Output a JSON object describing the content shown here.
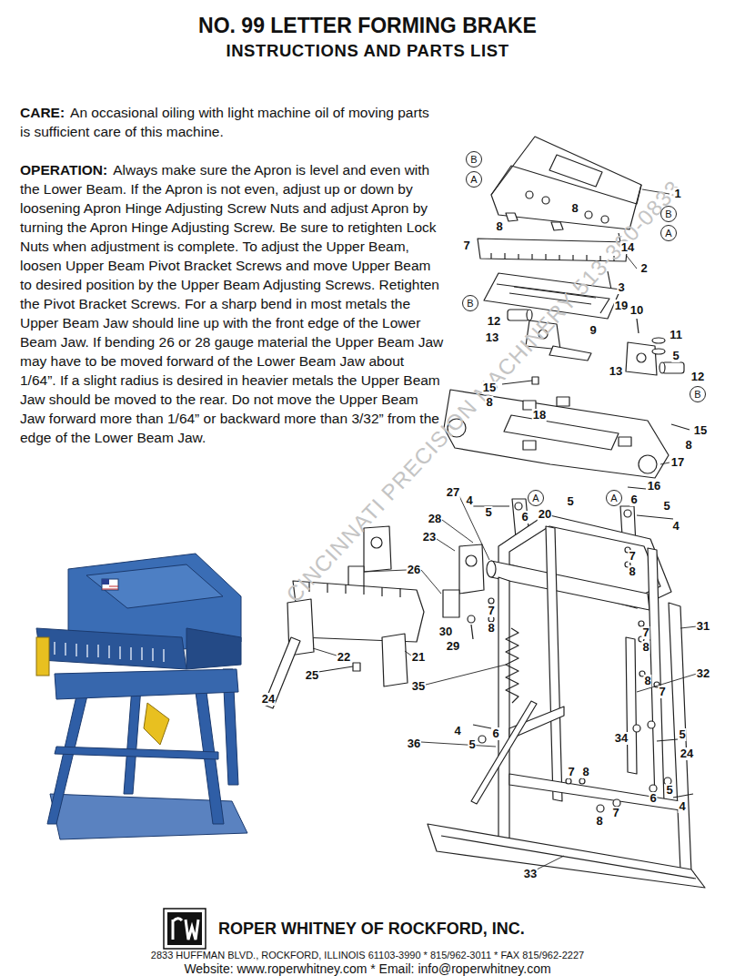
{
  "diagram": {
    "title": "NO. 99 LETTER FORMING BRAKE",
    "nodes": [
      {
        "text": [
          "B"
        ]
      },
      {
        "text": [
          "A"
        ]
      },
      {
        "text": [
          "B"
        ]
      },
      {
        "text": [
          "A"
        ]
      },
      {
        "text": [
          "B"
        ]
      },
      {
        "text": [
          "B"
        ]
      },
      {
        "text": [
          "A"
        ]
      },
      {
        "text": [
          "A"
        ]
      }
    ],
    "labels": [
      "INSTRUCTIONS AND PARTS LIST",
      "CARE:",
      "An occasional oiling with light machine oil of moving parts is sufficient care of this machine.",
      "OPERATION:",
      "Always make sure the Apron is level and even with the Lower Beam. If the Apron is not even, adjust up or down by loosening Apron Hinge Adjusting Screw Nuts and adjust Apron by turning the Apron Hinge Adjusting Screw. Be sure to retighten Lock Nuts when adjustment is complete. To adjust the Upper Beam, loosen Upper Beam Pivot Bracket Screws and move Upper Beam to desired position by the Upper Beam Adjusting Screws. Retighten the Pivot Bracket Screws. For a sharp bend in most metals the Upper Beam Jaw should line up with the front edge of the Lower Beam Jaw. If bending 26 or 28 gauge material the Upper Beam Jaw may have to be moved forward of the Lower Beam Jaw about 1/64”. If a slight radius is desired in heavier metals the Upper Beam Jaw should be moved to the rear. Do not move the Upper Beam Jaw forward more than 1/64” or backward more than 3/32” from the edge of the Lower Beam Jaw.",
      "1",
      "8",
      "8",
      "7",
      "14",
      "2",
      "3",
      "19",
      "10",
      "11",
      "5",
      "12",
      "13",
      "9",
      "13",
      "12",
      "15",
      "8",
      "18",
      "15",
      "8",
      "17",
      "16",
      "27",
      "4",
      "5",
      "6",
      "20",
      "5",
      "6",
      "5",
      "4",
      "28",
      "23",
      "7",
      "8",
      "26",
      "7",
      "8",
      "31",
      "30",
      "29",
      "7",
      "8",
      "22",
      "21",
      "25",
      "32",
      "35",
      "24",
      "8",
      "7",
      "4",
      "5",
      "6",
      "34",
      "5",
      "24",
      "36",
      "7",
      "8",
      "5",
      "6",
      "4",
      "7",
      "8",
      "33",
      "CINCINNATI PRECISION MACHINERY 513-360-0833",
      "ROPER WHITNEY OF ROCKFORD, INC.",
      "2833 HUFFMAN BLVD., ROCKFORD, ILLINOIS 61103-3990 * 815/962-3011 * FAX 815/962-2227",
      "Website: www.roperwhitney.com * Email: info@roperwhitney.com"
    ]
  }
}
